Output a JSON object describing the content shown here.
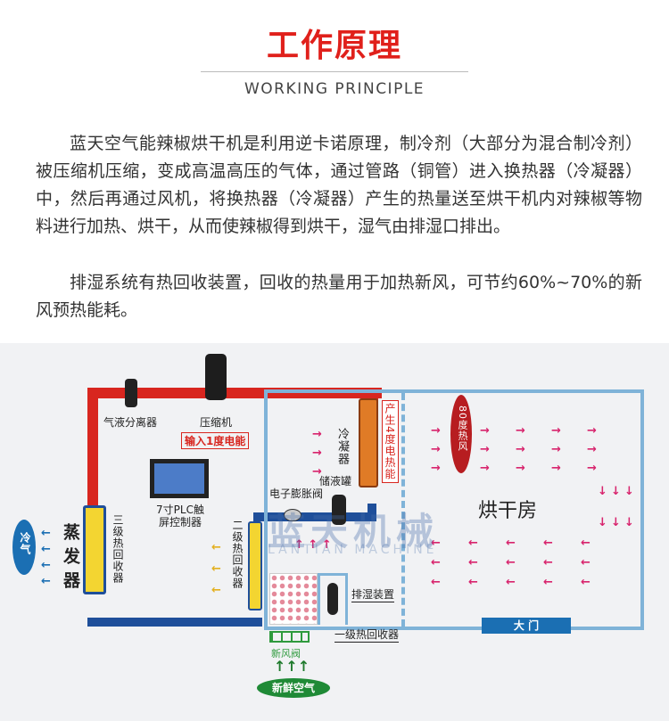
{
  "header": {
    "title": "工作原理",
    "subtitle": "WORKING PRINCIPLE"
  },
  "paragraphs": [
    "蓝天空气能辣椒烘干机是利用逆卡诺原理，制冷剂（大部分为混合制冷剂）被压缩机压缩，变成高温高压的气体，通过管路（铜管）进入换热器（冷凝器）中，然后再通过风机，将换热器（冷凝器）产生的热量送至烘干机内对辣椒等物料进行加热、烘干，从而使辣椒得到烘干，湿气由排湿口排出。",
    "排湿系统有热回收装置，回收的热量用于加热新风，可节约60%~70%的新风预热能耗。"
  ],
  "diagram": {
    "separator": "气液分离器",
    "compressor": "压缩机",
    "input_energy": "输入1度电能",
    "plc": "7寸PLC触屏控制器",
    "evaporator": "蒸发器",
    "cold_air": "冷气",
    "tertiary_recovery": "三级热回收器",
    "secondary_recovery": "二级热回收器",
    "condenser": "冷凝器",
    "produce_energy": "产生4度电热能",
    "receiver": "储液罐",
    "expansion_valve": "电子膨胀阀",
    "hot_air": "80度热风",
    "drying_room": "烘干房",
    "dehumidifier": "排湿装置",
    "primary_recovery": "一级热回收器",
    "door": "大 门",
    "fresh_air_valve": "新风阀",
    "fresh_air": "新鲜空气",
    "watermark": "蓝天机械",
    "watermark_en": "LANTIAN MACHINE"
  },
  "colors": {
    "title": "#e0201b",
    "hot_pipe": "#d8261f",
    "cold_pipe": "#1f4f9a",
    "room_border": "#7fb3d8"
  }
}
